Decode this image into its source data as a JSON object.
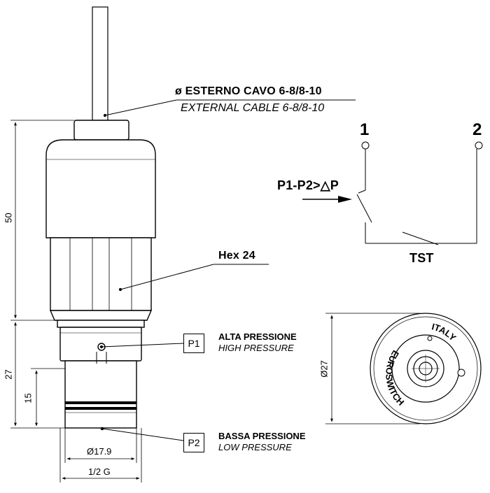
{
  "cable": {
    "label_it": "ø ESTERNO CAVO 6-8/8-10",
    "label_en": "EXTERNAL CABLE 6-8/8-10"
  },
  "hex": {
    "label": "Hex 24"
  },
  "ports": {
    "p1": {
      "tag": "P1",
      "label_it": "ALTA PRESSIONE",
      "label_en": "HIGH PRESSURE"
    },
    "p2": {
      "tag": "P2",
      "label_it": "BASSA PRESSIONE",
      "label_en": "LOW PRESSURE"
    }
  },
  "dimensions": {
    "overall_height": "50",
    "lower_height": "27",
    "thread_height": "15",
    "diameter_body": "Ø17.9",
    "thread": "1/2 G",
    "top_diameter": "Ø27"
  },
  "schematic": {
    "terminal_1": "1",
    "terminal_2": "2",
    "condition": "P1-P2>△P",
    "label": "TST"
  },
  "top_view": {
    "brand": "EUROSWITCH",
    "origin": "ITALY"
  }
}
